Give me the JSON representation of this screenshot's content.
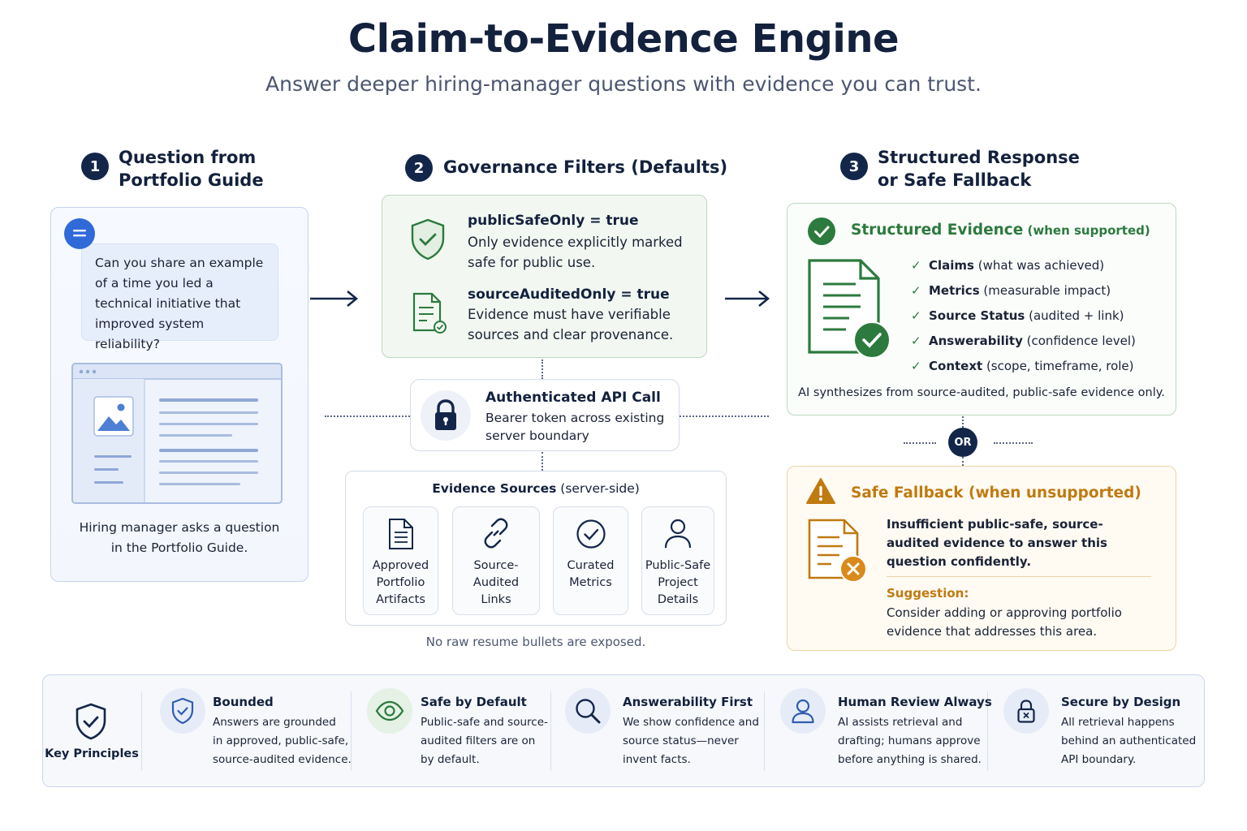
{
  "header": {
    "title": "Claim-to-Evidence Engine",
    "subtitle": "Answer deeper hiring-manager questions with evidence you can trust."
  },
  "steps": [
    {
      "num": "1",
      "title_line1": "Question from",
      "title_line2": "Portfolio Guide"
    },
    {
      "num": "2",
      "title_line1": "Governance Filters (Defaults)"
    },
    {
      "num": "3",
      "title_line1": "Structured Response",
      "title_line2": "or Safe Fallback"
    }
  ],
  "question": {
    "text": "Can you share an example of a time you led a technical initiative that improved system reliability?",
    "caption_line1": "Hiring manager asks a question",
    "caption_line2": "in the Portfolio Guide."
  },
  "filters": [
    {
      "head": "publicSafeOnly = true",
      "line1": "Only evidence explicitly marked",
      "line2": "safe for public use.",
      "icon": "shield-check-icon"
    },
    {
      "head": "sourceAuditedOnly = true",
      "line1": "Evidence must have verifiable",
      "line2": "sources and clear provenance.",
      "icon": "document-check-icon"
    }
  ],
  "api": {
    "title": "Authenticated API Call",
    "line1": "Bearer token across existing",
    "line2": "server boundary"
  },
  "sources": {
    "title_bold": "Evidence Sources",
    "title_rest": " (server-side)",
    "items": [
      {
        "lines": [
          "Approved",
          "Portfolio",
          "Artifacts"
        ],
        "icon": "document-icon"
      },
      {
        "lines": [
          "Source-Audited",
          "Links"
        ],
        "icon": "link-icon"
      },
      {
        "lines": [
          "Curated",
          "Metrics"
        ],
        "icon": "check-circle-icon"
      },
      {
        "lines": [
          "Public-Safe",
          "Project",
          "Details"
        ],
        "icon": "person-icon"
      }
    ],
    "note": "No raw resume bullets are exposed."
  },
  "structured": {
    "title": "Structured Evidence",
    "title_sub": " (when supported)",
    "items": [
      {
        "bold": "Claims",
        "rest": " (what was achieved)"
      },
      {
        "bold": "Metrics",
        "rest": " (measurable impact)"
      },
      {
        "bold": "Source Status",
        "rest": " (audited + link)"
      },
      {
        "bold": "Answerability",
        "rest": " (confidence level)"
      },
      {
        "bold": "Context",
        "rest": " (scope, timeframe, role)"
      }
    ],
    "note": "AI synthesizes from source-audited, public-safe evidence only."
  },
  "or_label": "OR",
  "fallback": {
    "title": "Safe Fallback (when unsupported)",
    "text": "Insufficient public-safe, source-audited evidence to answer this question confidently.",
    "suggestion_label": "Suggestion:",
    "suggestion_text": "Consider adding or approving portfolio evidence that addresses this area."
  },
  "principles": {
    "label": "Key Principles",
    "items": [
      {
        "title": "Bounded",
        "lines": [
          "Answers are grounded",
          "in approved, public-safe,",
          "source-audited evidence."
        ],
        "icon": "shield-check-icon"
      },
      {
        "title": "Safe by Default",
        "lines": [
          "Public-safe and source-",
          "audited filters are on",
          "by default."
        ],
        "icon": "eye-icon"
      },
      {
        "title": "Answerability First",
        "lines": [
          "We show confidence and",
          "source status—never",
          "invent facts."
        ],
        "icon": "search-icon"
      },
      {
        "title": "Human Review Always",
        "lines": [
          "AI assists retrieval and",
          "drafting; humans approve",
          "before anything is shared."
        ],
        "icon": "person-icon"
      },
      {
        "title": "Secure by Design",
        "lines": [
          "All retrieval happens",
          "behind an authenticated",
          "API boundary."
        ],
        "icon": "lock-icon"
      }
    ]
  },
  "colors": {
    "navy": "#13264a",
    "green": "#2c7a3e",
    "amber": "#c07a10",
    "blue": "#2f6ad8"
  }
}
